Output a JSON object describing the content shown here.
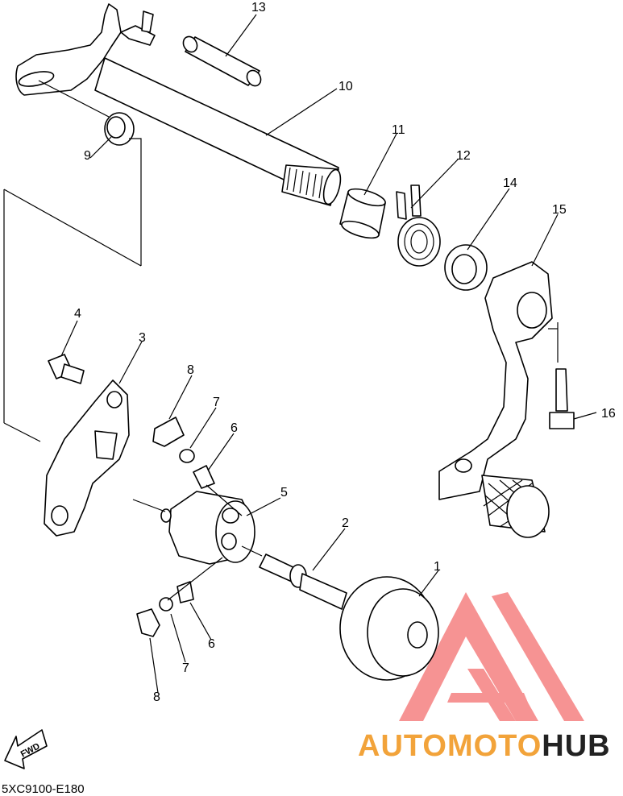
{
  "diagram": {
    "callouts": {
      "c1": "1",
      "c2": "2",
      "c3": "3",
      "c4": "4",
      "c5": "5",
      "c6a": "6",
      "c6b": "6",
      "c7a": "7",
      "c7b": "7",
      "c8a": "8",
      "c8b": "8",
      "c9": "9",
      "c10": "10",
      "c11": "11",
      "c12": "12",
      "c13": "13",
      "c14": "14",
      "c15": "15",
      "c16": "16"
    },
    "fwd_label": "FWD",
    "diagram_code": "5XC9100-E180"
  },
  "watermark": {
    "brand_part1": "AUTOMOTO",
    "brand_part2": "HUB",
    "color_part1": "#f2a33a",
    "color_part2": "#222222",
    "logo_color": "#ef3b3b"
  }
}
